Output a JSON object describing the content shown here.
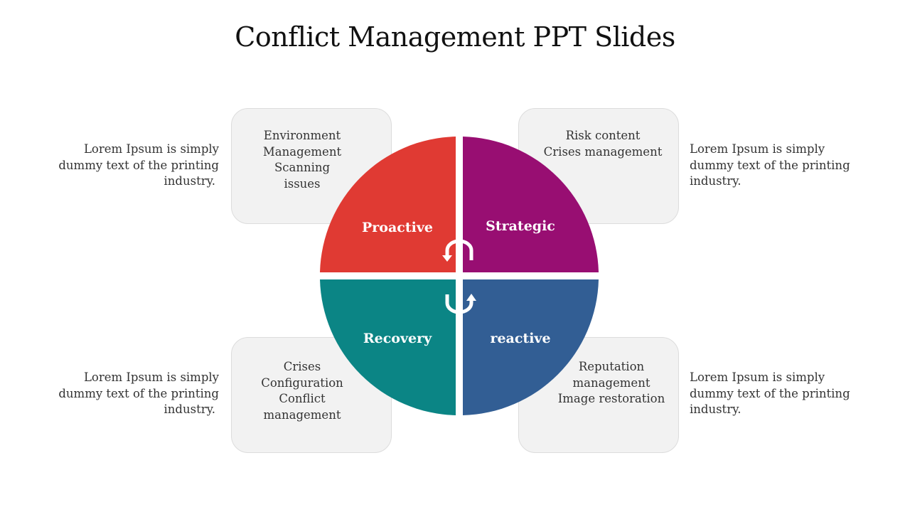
{
  "title": "Conflict Management PPT Slides",
  "colors": {
    "proactive": "#e03a33",
    "strategic": "#980e72",
    "recovery": "#0b8585",
    "reactive": "#325e94",
    "box_bg": "#f2f2f2"
  },
  "quadrants": {
    "proactive": {
      "label": "Proactive",
      "box_lines": [
        "Environment",
        "Management",
        "Scanning",
        "issues"
      ],
      "desc_lines": [
        "Lorem Ipsum is simply",
        "dummy text of the printing",
        "industry."
      ]
    },
    "strategic": {
      "label": "Strategic",
      "box_lines": [
        "Risk content",
        "Crises management"
      ],
      "desc_lines": [
        "Lorem Ipsum is simply",
        "dummy text of the printing",
        "industry."
      ]
    },
    "recovery": {
      "label": "Recovery",
      "box_lines": [
        "Crises",
        "Configuration",
        "Conflict",
        "management"
      ],
      "desc_lines": [
        "Lorem Ipsum is simply",
        "dummy text of the printing",
        "industry."
      ]
    },
    "reactive": {
      "label": "reactive",
      "box_lines": [
        "Reputation",
        "management",
        "Image restoration"
      ],
      "desc_lines": [
        "Lorem Ipsum is simply",
        "dummy text of the printing",
        "industry."
      ]
    }
  },
  "icons": {
    "top_arrow": "u-turn-arrow-icon",
    "bottom_arrow": "u-turn-arrow-icon"
  }
}
